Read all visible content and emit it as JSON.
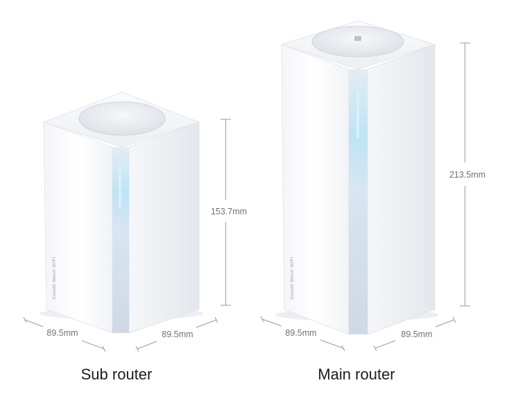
{
  "products": {
    "sub": {
      "caption": "Sub router",
      "height_label": "153.7mm",
      "width_left_label": "89.5mm",
      "width_right_label": "89.5mm",
      "brand_label": "Xiaomi Mesh WiFi"
    },
    "main": {
      "caption": "Main router",
      "height_label": "213.5mm",
      "width_left_label": "89.5mm",
      "width_right_label": "89.5mm",
      "brand_label": "Xiaomi Mesh WiFi"
    }
  },
  "colors": {
    "background": "#ffffff",
    "body_white": "#f7f8fa",
    "side_shade": "#e9ecf1",
    "led_strip": "#bfe3f5",
    "dimension_line": "#9a9a9a",
    "caption_text": "#1c1c1c"
  }
}
